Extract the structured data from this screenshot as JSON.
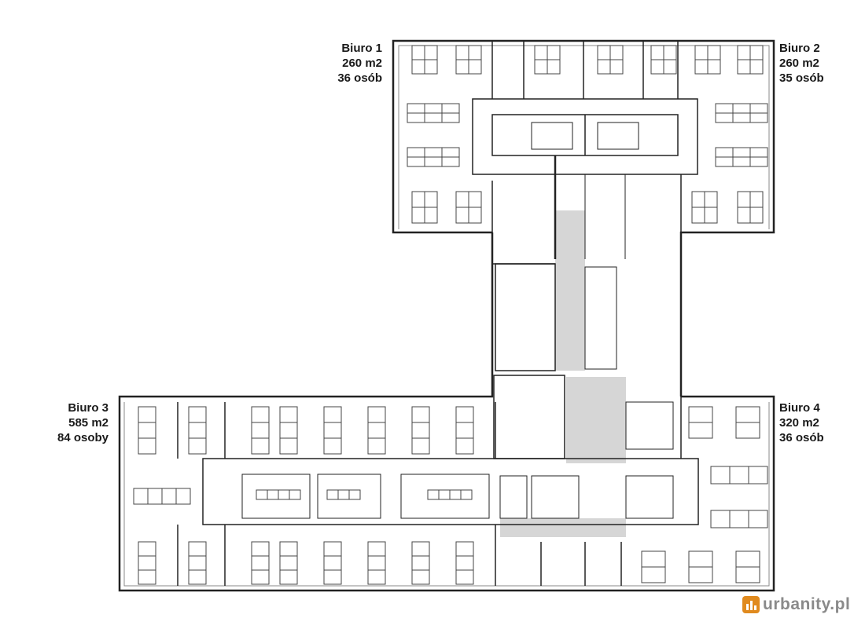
{
  "offices": [
    {
      "name": "Biuro 1",
      "area": "260 m2",
      "people": "36 osób"
    },
    {
      "name": "Biuro 2",
      "area": "260 m2",
      "people": "35 osób"
    },
    {
      "name": "Biuro 3",
      "area": "585 m2",
      "people": "84 osoby"
    },
    {
      "name": "Biuro 4",
      "area": "320 m2",
      "people": "36 osób"
    }
  ],
  "watermark": {
    "text": "urbanity.pl",
    "logo_color": "#e08a1e",
    "text_color": "#8a8a8a"
  },
  "colors": {
    "wall": "#222222",
    "line": "#555555",
    "core_fill": "#d6d6d6",
    "background": "#ffffff"
  }
}
